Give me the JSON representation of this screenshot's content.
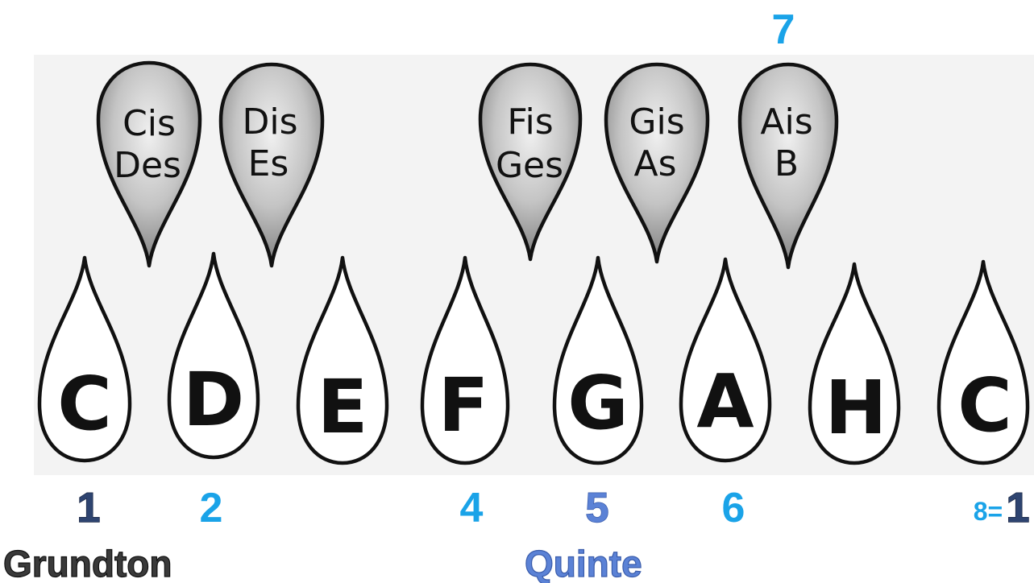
{
  "degree_above": "7",
  "upper_drops": [
    {
      "lines": [
        "Cis",
        "Des"
      ]
    },
    {
      "lines": [
        "Dis",
        "Es"
      ]
    },
    {
      "lines": [
        "Fis",
        "Ges"
      ]
    },
    {
      "lines": [
        "Gis",
        "As"
      ]
    },
    {
      "lines": [
        "Ais",
        "B"
      ]
    }
  ],
  "lower_drops": [
    "C",
    "D",
    "E",
    "F",
    "G",
    "A",
    "H",
    "C"
  ],
  "degrees": [
    "1",
    "2",
    "4",
    "5",
    "6",
    "8=",
    "1"
  ],
  "labels": {
    "root": "Grundton",
    "fifth": "Quinte"
  },
  "colors": {
    "accent": "#1aa3e8",
    "root": "#2e4470",
    "fifth": "#5b82d6"
  }
}
